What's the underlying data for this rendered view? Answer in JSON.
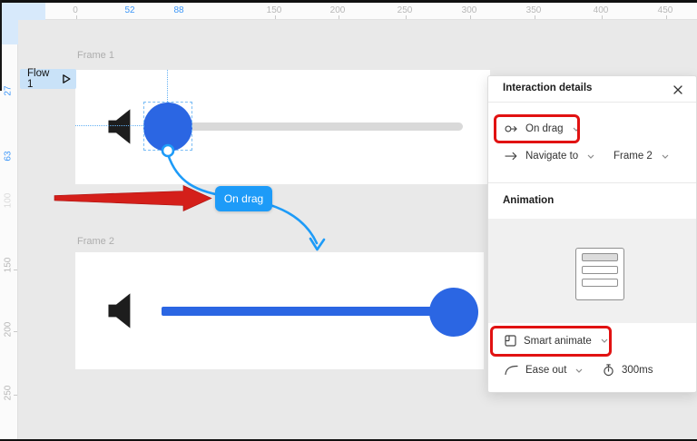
{
  "ruler": {
    "top": [
      {
        "text": "0"
      },
      {
        "text": "52"
      },
      {
        "text": "88"
      },
      {
        "text": "150"
      },
      {
        "text": "200"
      },
      {
        "text": "250"
      },
      {
        "text": "300"
      },
      {
        "text": "350"
      },
      {
        "text": "400"
      },
      {
        "text": "450"
      }
    ],
    "left": [
      {
        "text": "27"
      },
      {
        "text": "63"
      },
      {
        "text": "100"
      },
      {
        "text": "150"
      },
      {
        "text": "200"
      },
      {
        "text": "250"
      }
    ]
  },
  "flow": {
    "label": "Flow 1"
  },
  "frame1": {
    "name": "Frame 1"
  },
  "frame2": {
    "name": "Frame 2"
  },
  "connection": {
    "badge_label": "On drag"
  },
  "panel": {
    "title": "Interaction details",
    "trigger_label": "On drag",
    "action_label": "Navigate to",
    "action_target": "Frame 2",
    "animation_heading": "Animation",
    "animation_type_label": "Smart animate",
    "easing_label": "Ease out",
    "duration": "300ms"
  },
  "colors": {
    "accent_blue": "#18a0fb",
    "component_blue": "#2b66e3",
    "annotation_red": "#e11212",
    "ruler_highlight": "#d7e9fb"
  }
}
